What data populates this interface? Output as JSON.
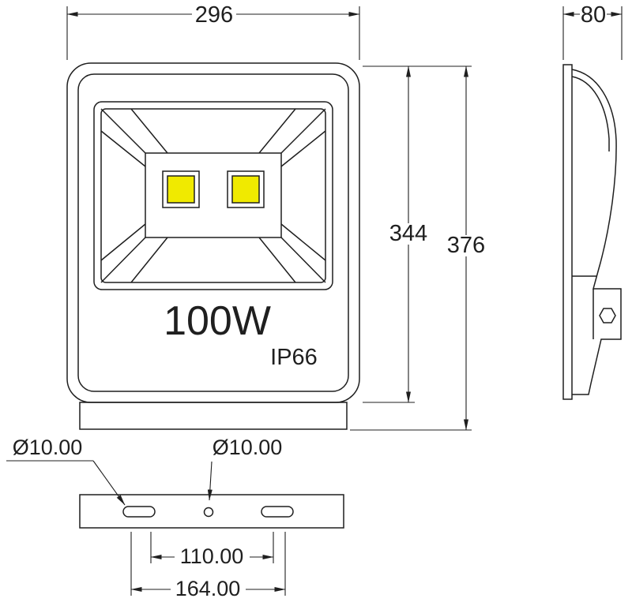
{
  "front_view": {
    "width_dim": "296",
    "body_height_dim": "344",
    "total_height_dim": "376",
    "power_label": "100W",
    "ip_rating_label": "IP66"
  },
  "side_view": {
    "depth_dim": "80"
  },
  "bottom_view": {
    "left_slot_diameter_label": "Ø10.00",
    "center_hole_diameter_label": "Ø10.00",
    "inner_spacing_dim": "110.00",
    "outer_spacing_dim": "164.00"
  },
  "colors": {
    "line": "#1f1f1f",
    "led_chip_yellow": "#f0ea00",
    "background": "#ffffff"
  }
}
